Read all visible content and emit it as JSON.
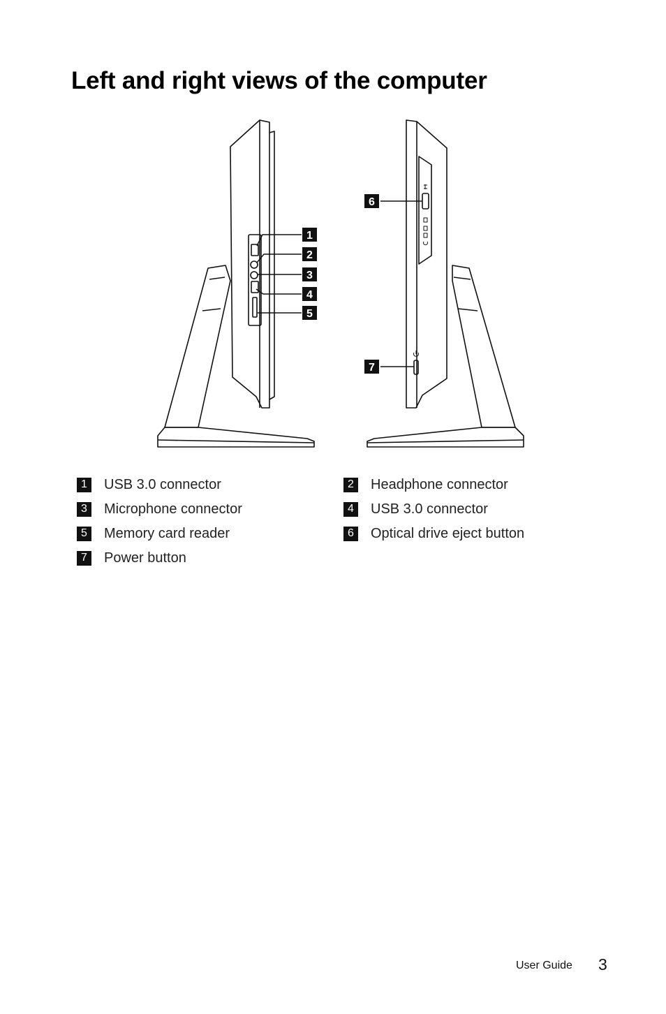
{
  "page": {
    "title": "Left and right views of the computer",
    "footer_label": "User Guide",
    "page_number": "3"
  },
  "callouts": [
    "1",
    "2",
    "3",
    "4",
    "5",
    "6",
    "7"
  ],
  "legend": [
    {
      "num": "1",
      "label": "USB 3.0 connector"
    },
    {
      "num": "2",
      "label": "Headphone connector"
    },
    {
      "num": "3",
      "label": "Microphone connector"
    },
    {
      "num": "4",
      "label": "USB 3.0 connector"
    },
    {
      "num": "5",
      "label": "Memory card reader"
    },
    {
      "num": "6",
      "label": "Optical drive eject button"
    },
    {
      "num": "7",
      "label": "Power button"
    }
  ]
}
